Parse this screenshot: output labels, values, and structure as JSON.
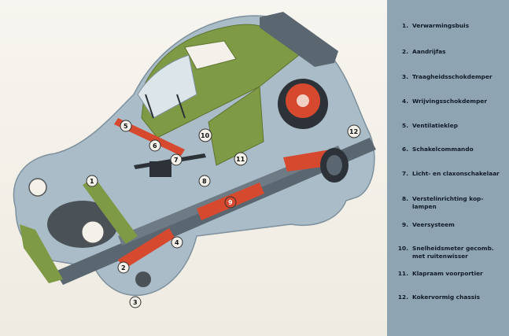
{
  "legend": {
    "items": [
      {
        "number": "1.",
        "label": "Verwarmingsbuis"
      },
      {
        "number": "2.",
        "label": "Aandrijfas"
      },
      {
        "number": "3.",
        "label": "Traagheidsschokdemper"
      },
      {
        "number": "4.",
        "label": "Wrijvingsschokdemper"
      },
      {
        "number": "5.",
        "label": "Ventilatieklep"
      },
      {
        "number": "6.",
        "label": "Schakelcommando"
      },
      {
        "number": "7.",
        "label": "Licht- en claxonschakelaar"
      },
      {
        "number": "8.",
        "label": "Verstelinrichting kop-\nlampen"
      },
      {
        "number": "9.",
        "label": "Veersysteem"
      },
      {
        "number": "10.",
        "label": "Snelheidsmeter gecomb.\nmet ruitenwisser"
      },
      {
        "number": "11.",
        "label": "Klapraam voorportier"
      },
      {
        "number": "12.",
        "label": "Kokervormig chassis"
      }
    ]
  },
  "callouts": [
    "1",
    "2",
    "3",
    "4",
    "5",
    "6",
    "7",
    "8",
    "9",
    "10",
    "11",
    "12"
  ],
  "colors": {
    "body_blue": "#a9bcc8",
    "roof_green": "#7f9a45",
    "part_red": "#d6492e",
    "chassis_gray": "#5a6670",
    "panel": "#8fa4b3"
  }
}
